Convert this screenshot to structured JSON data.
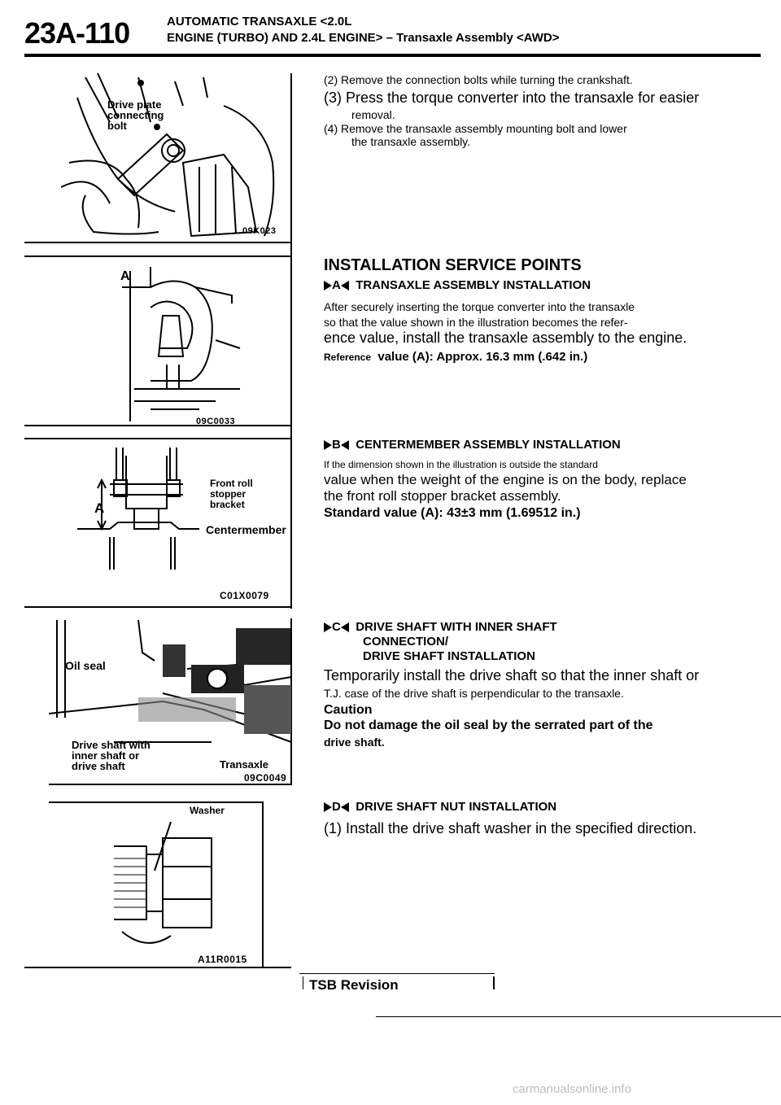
{
  "header": {
    "page_number": "23A-110",
    "line1": "AUTOMATIC TRANSAXLE <2.0L",
    "line2": "ENGINE (TURBO) AND 2.4L ENGINE> – Transaxle Assembly <AWD>"
  },
  "figures": {
    "fig1": {
      "label_lines": [
        "Drive plate",
        "connecting",
        "bolt"
      ],
      "code": "09K023"
    },
    "fig2": {
      "label": "A",
      "code": "09C0033"
    },
    "fig3": {
      "label_a": "A",
      "front_roll_lines": [
        "Front roll",
        "stopper",
        "bracket"
      ],
      "centermember": "Centermember",
      "code": "C01X0079"
    },
    "fig4": {
      "oil_seal": "Oil seal",
      "drive_shaft_lines": [
        "Drive shaft with",
        "inner shaft or",
        "drive shaft"
      ],
      "transaxle": "Transaxle",
      "code": "09C0049"
    },
    "fig5": {
      "washer": "Washer",
      "code": "A11R0015"
    }
  },
  "removal": {
    "step2": "(2) Remove the connection bolts while turning the crankshaft.",
    "step3a": "(3) Press the torque converter into the transaxle for easier",
    "step3b": "removal.",
    "step4a": "(4) Remove the transaxle assembly mounting bolt and lower",
    "step4b": "the transaxle assembly."
  },
  "installation": {
    "heading": "INSTALLATION SERVICE POINTS",
    "A": {
      "letter": "A",
      "title": "TRANSAXLE ASSEMBLY INSTALLATION",
      "p1": "After securely inserting the torque converter into the transaxle",
      "p2": "so that the value shown in the illustration becomes the refer-",
      "p3": "ence value, install the transaxle assembly to the engine.",
      "ref_label": "Reference",
      "ref_value": "value (A): Approx. 16.3 mm (.642 in.)"
    },
    "B": {
      "letter": "B",
      "title": "CENTERMEMBER ASSEMBLY INSTALLATION",
      "p1": "If the dimension shown in the illustration is outside the standard",
      "p2": "value when the weight of the engine is on the body, replace",
      "p3": "the front roll stopper bracket assembly.",
      "std": "Standard value (A): 43±3 mm (1.69512 in.)"
    },
    "C": {
      "letter": "C",
      "title1": "DRIVE SHAFT WITH INNER SHAFT",
      "title2": "CONNECTION/",
      "title3": "DRIVE SHAFT INSTALLATION",
      "p1": "Temporarily install the drive shaft so that the inner shaft or",
      "p2": "T.J. case of the drive shaft is perpendicular to the transaxle.",
      "caution": "Caution",
      "c1": "Do not damage the oil seal by the serrated part of the",
      "c2": "drive shaft."
    },
    "D": {
      "letter": "D",
      "title": "DRIVE SHAFT NUT INSTALLATION",
      "p1": "(1) Install the drive shaft washer in the specified direction."
    }
  },
  "footer": {
    "tsb": "TSB Revision",
    "watermark": "carmanualsonline.info"
  }
}
